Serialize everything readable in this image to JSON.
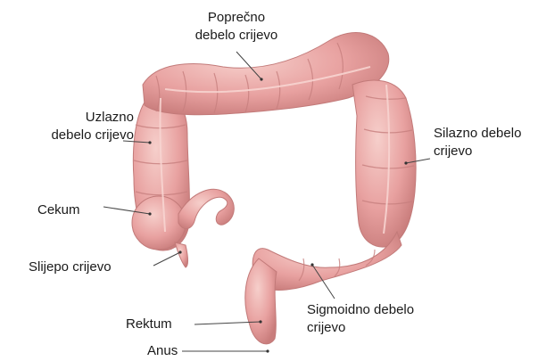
{
  "labels": {
    "transverse": "Poprečno\ndebelo crijevo",
    "ascending": "Uzlazno\ndebelo crijevo",
    "descending": "Silazno debelo\ncrijevo",
    "cecum": "Cekum",
    "appendix": "Slijepo crijevo",
    "sigmoid": "Sigmoidno debelo\ncrijevo",
    "rectum": "Rektum",
    "anus": "Anus"
  },
  "colors": {
    "colon_fill": "#e8a1a0",
    "colon_light": "#f3c2bf",
    "colon_shadow": "#c97d7c",
    "leader_line": "#444444"
  }
}
